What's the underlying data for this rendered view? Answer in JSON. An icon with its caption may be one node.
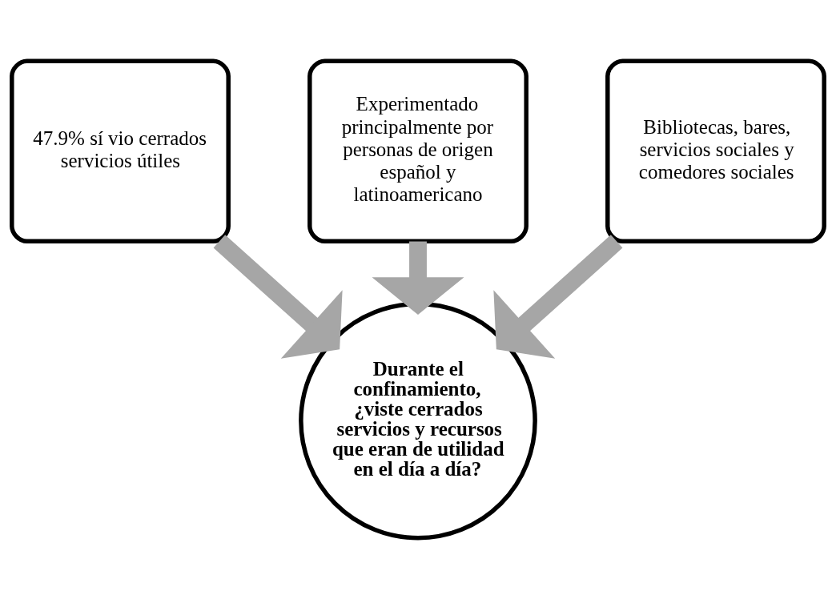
{
  "diagram": {
    "nodes": [
      {
        "text": [
          "Experimentado principalmente por personas de origen español y latinoamericano"
        ]
      },
      {
        "text": [
          "47.9% sí vio cerrados servicios útiles"
        ]
      },
      {
        "text": [
          "Bibliotecas, bares, servicios sociales y comedores sociales"
        ]
      },
      {
        "text": [
          "Durante el confinamiento, ¿viste cerrados servicios y recursos que eran de utilidad en el día a día?"
        ]
      }
    ],
    "edges": [
      {
        "from": 1,
        "to": 3,
        "arrow": "to"
      },
      {
        "from": 0,
        "to": 3,
        "arrow": "to"
      },
      {
        "from": 2,
        "to": 3,
        "arrow": "to"
      }
    ]
  }
}
